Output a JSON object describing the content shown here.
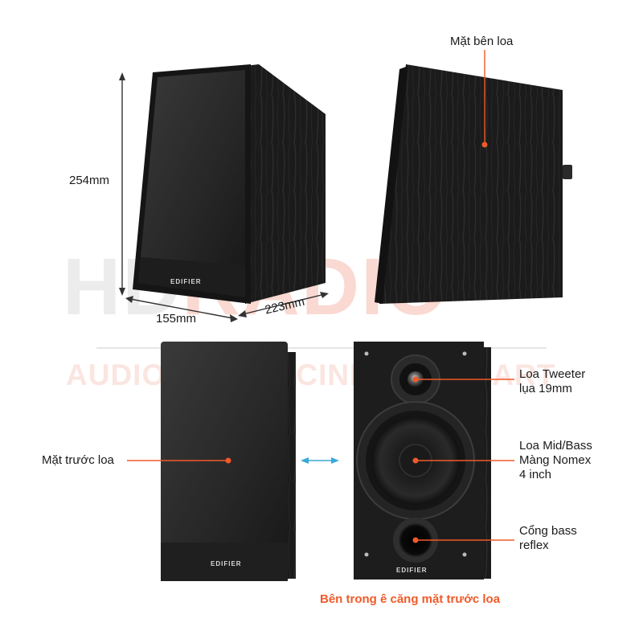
{
  "watermark": {
    "brand_hd": "HD",
    "brand_radio": "RADIO",
    "tagline": "AUDIO - HOME CINEMA - SMART"
  },
  "dimensions": {
    "height": "254mm",
    "width": "155mm",
    "depth": "223mm"
  },
  "labels": {
    "side": "Mặt bên loa",
    "front": "Mặt trước loa",
    "tweeter_line1": "Loa Tweeter",
    "tweeter_line2": "lụa 19mm",
    "midbass_line1": "Loa Mid/Bass",
    "midbass_line2": "Màng Nomex",
    "midbass_line3": "4 inch",
    "port_line1": "Cổng bass",
    "port_line2": "reflex"
  },
  "brand_logo": "EDIFIER",
  "caption": "Bên trong ê căng mặt trước loa",
  "colors": {
    "accent": "#f05a28",
    "swap_arrow": "#3aa8d8",
    "cabinet": "#1c1c1c"
  }
}
